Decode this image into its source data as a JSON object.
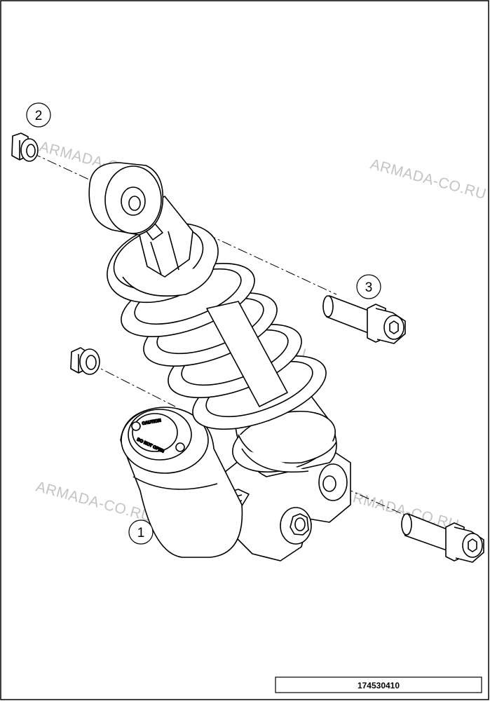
{
  "diagram": {
    "part_number": "174530410",
    "callouts": [
      "1",
      "2",
      "3"
    ],
    "watermark": "ARMADA-CO.RU",
    "cap_text": [
      "CAUTION",
      "DO NOT OPEN"
    ],
    "line_color": "#000000",
    "watermark_color": "#c4c4c4"
  }
}
